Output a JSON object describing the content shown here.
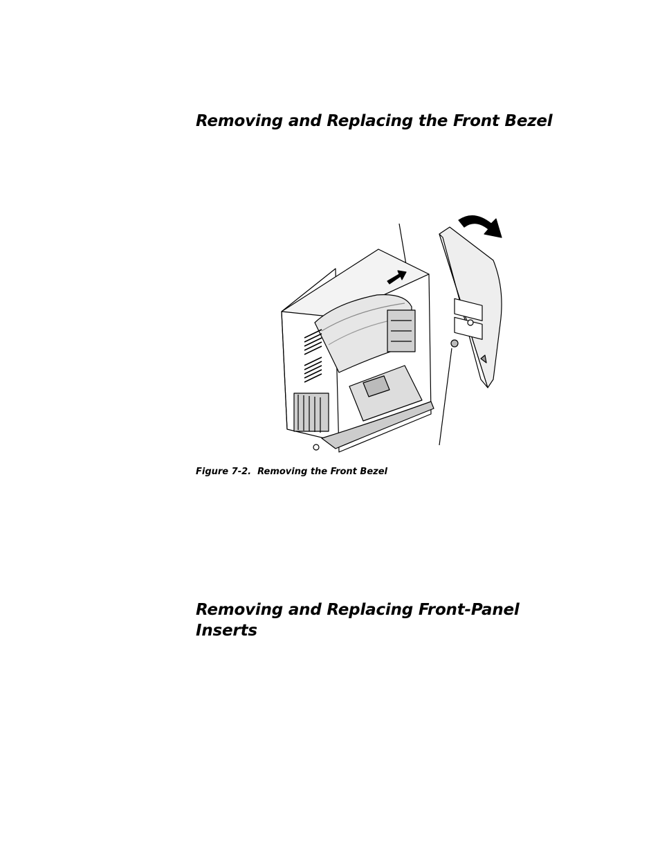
{
  "sections": [
    {
      "heading": "Removing and Replacing the Front Bezel"
    },
    {
      "heading": "Removing and Replacing Front-Panel Inserts"
    }
  ],
  "figure": {
    "label": "Figure 7-2.",
    "caption": "Removing the Front Bezel",
    "illustration": "computer-chassis-with-front-bezel-removed"
  }
}
